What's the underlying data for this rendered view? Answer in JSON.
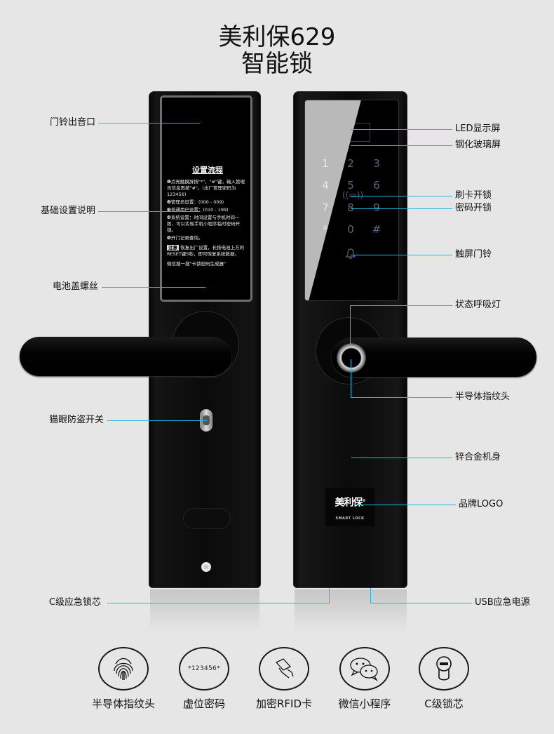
{
  "title": {
    "line1": "美利保629",
    "line2": "智能锁"
  },
  "back_panel": {
    "instructions": {
      "heading": "设置流程",
      "steps": [
        "❶点亮触摸屏按\"*\"、\"#\"键，输入管理员信息再按\"#\"。(出厂管理密码为123456)",
        "❷管理员设置：(000 - 009)",
        "❸普通用户设置：(010 - 199)",
        "❹系统设置：时间设置与手机时间一致，可以实现手机小程序临时密码开锁。",
        "❺开门记录查询。"
      ],
      "note_tag": "注意",
      "note": "恢复出厂设置，长按电池上方的RESET键5秒，即可恢复系统数据。",
      "footer": "微信搜一搜\"卡锁密码生成器\""
    }
  },
  "keypad": {
    "keys": [
      "1",
      "2",
      "3",
      "4",
      "5",
      "6",
      "7",
      "8",
      "9",
      "*",
      "0",
      "#"
    ]
  },
  "logo": {
    "brand": "美利保",
    "registered": "®",
    "sub": "SMART LOCK"
  },
  "labels_left": {
    "doorbell_speaker": "门铃出音口",
    "basic_setup_guide": "基础设置说明",
    "battery_cover_screw": "电池盖螺丝",
    "peephole_switch": "猫眼防盗开关",
    "c_grade_core": "C级应急锁芯"
  },
  "labels_right": {
    "led_screen": "LED显示屏",
    "tempered_glass": "钢化玻璃屏",
    "card_unlock": "刷卡开锁",
    "password_unlock": "密码开锁",
    "touch_doorbell": "触屏门铃",
    "status_light": "状态呼吸灯",
    "fingerprint_sensor": "半导体指纹头",
    "zinc_alloy_body": "锌合金机身",
    "brand_logo": "品牌LOGO",
    "usb_power": "USB应急电源"
  },
  "features": [
    {
      "icon": "fingerprint-icon",
      "label": "半导体指纹头"
    },
    {
      "icon": "virtual-password-icon",
      "label": "虚位密码",
      "icon_text": "*123456*"
    },
    {
      "icon": "rfid-card-icon",
      "label": "加密RFID卡"
    },
    {
      "icon": "wechat-icon",
      "label": "微信小程序"
    },
    {
      "icon": "lock-cylinder-icon",
      "label": "C级锁芯"
    }
  ],
  "colors": {
    "background": "#e6e6e6",
    "callout_line": "#1fb6e4",
    "lock_body": "#0a0a0a"
  }
}
